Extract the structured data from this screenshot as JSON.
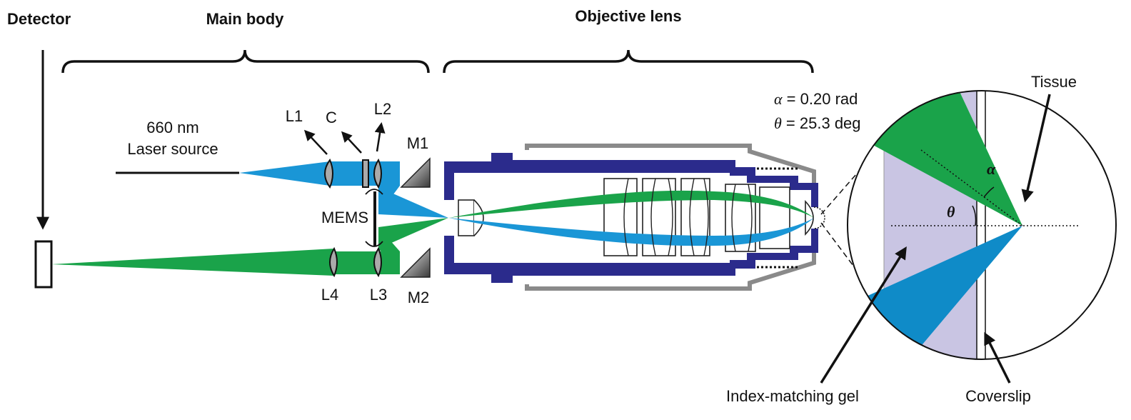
{
  "headers": {
    "detector": "Detector",
    "main_body": "Main body",
    "objective_lens": "Objective lens"
  },
  "labels": {
    "laser_wavelength": "660 nm",
    "laser_source": "Laser source",
    "l1": "L1",
    "c": "C",
    "l2": "L2",
    "m1": "M1",
    "mems": "MEMS",
    "l4": "L4",
    "l3": "L3",
    "m2": "M2",
    "tissue": "Tissue",
    "index_matching_gel": "Index-matching gel",
    "coverslip": "Coverslip"
  },
  "parameters": {
    "alpha_symbol": "α",
    "alpha_value": " = 0.20 rad",
    "theta_symbol": "θ",
    "theta_value": " = 25.3 deg"
  },
  "inset_angles": {
    "alpha": "α",
    "theta": "θ"
  },
  "colors": {
    "illumination_beam": "#1a96d6",
    "collection_beam": "#1aa34a",
    "lens_housing": "#2b2b8c",
    "gel": "#c9c5e3",
    "outer_barrel": "#8a8a8a",
    "mirror": "#444444",
    "lens_fill": "#aaaaaa"
  }
}
